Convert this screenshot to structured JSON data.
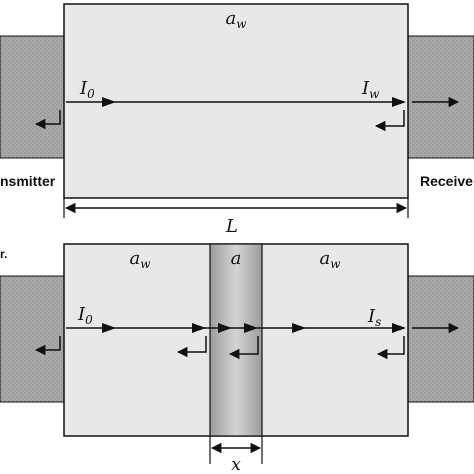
{
  "colors": {
    "chamber_fill": "#e8e8e8",
    "block_fill": "#a9a9a9",
    "slab_fill": "#c8c8c8",
    "stroke": "#111111"
  },
  "top_panel": {
    "medium": {
      "base": "a",
      "sub": "w"
    },
    "incident": {
      "base": "I",
      "sub": "0"
    },
    "transmitted": {
      "base": "I",
      "sub": "w"
    },
    "transmitter_label": "nsmitter",
    "receiver_label": "Receive",
    "length": "L"
  },
  "bottom_panel": {
    "panel_marker": "r.",
    "medium_left": {
      "base": "a",
      "sub": "w"
    },
    "slab_medium": "a",
    "medium_right": {
      "base": "a",
      "sub": "w"
    },
    "incident": {
      "base": "I",
      "sub": "0"
    },
    "transmitted": {
      "base": "I",
      "sub": "s"
    },
    "thickness": "x"
  }
}
